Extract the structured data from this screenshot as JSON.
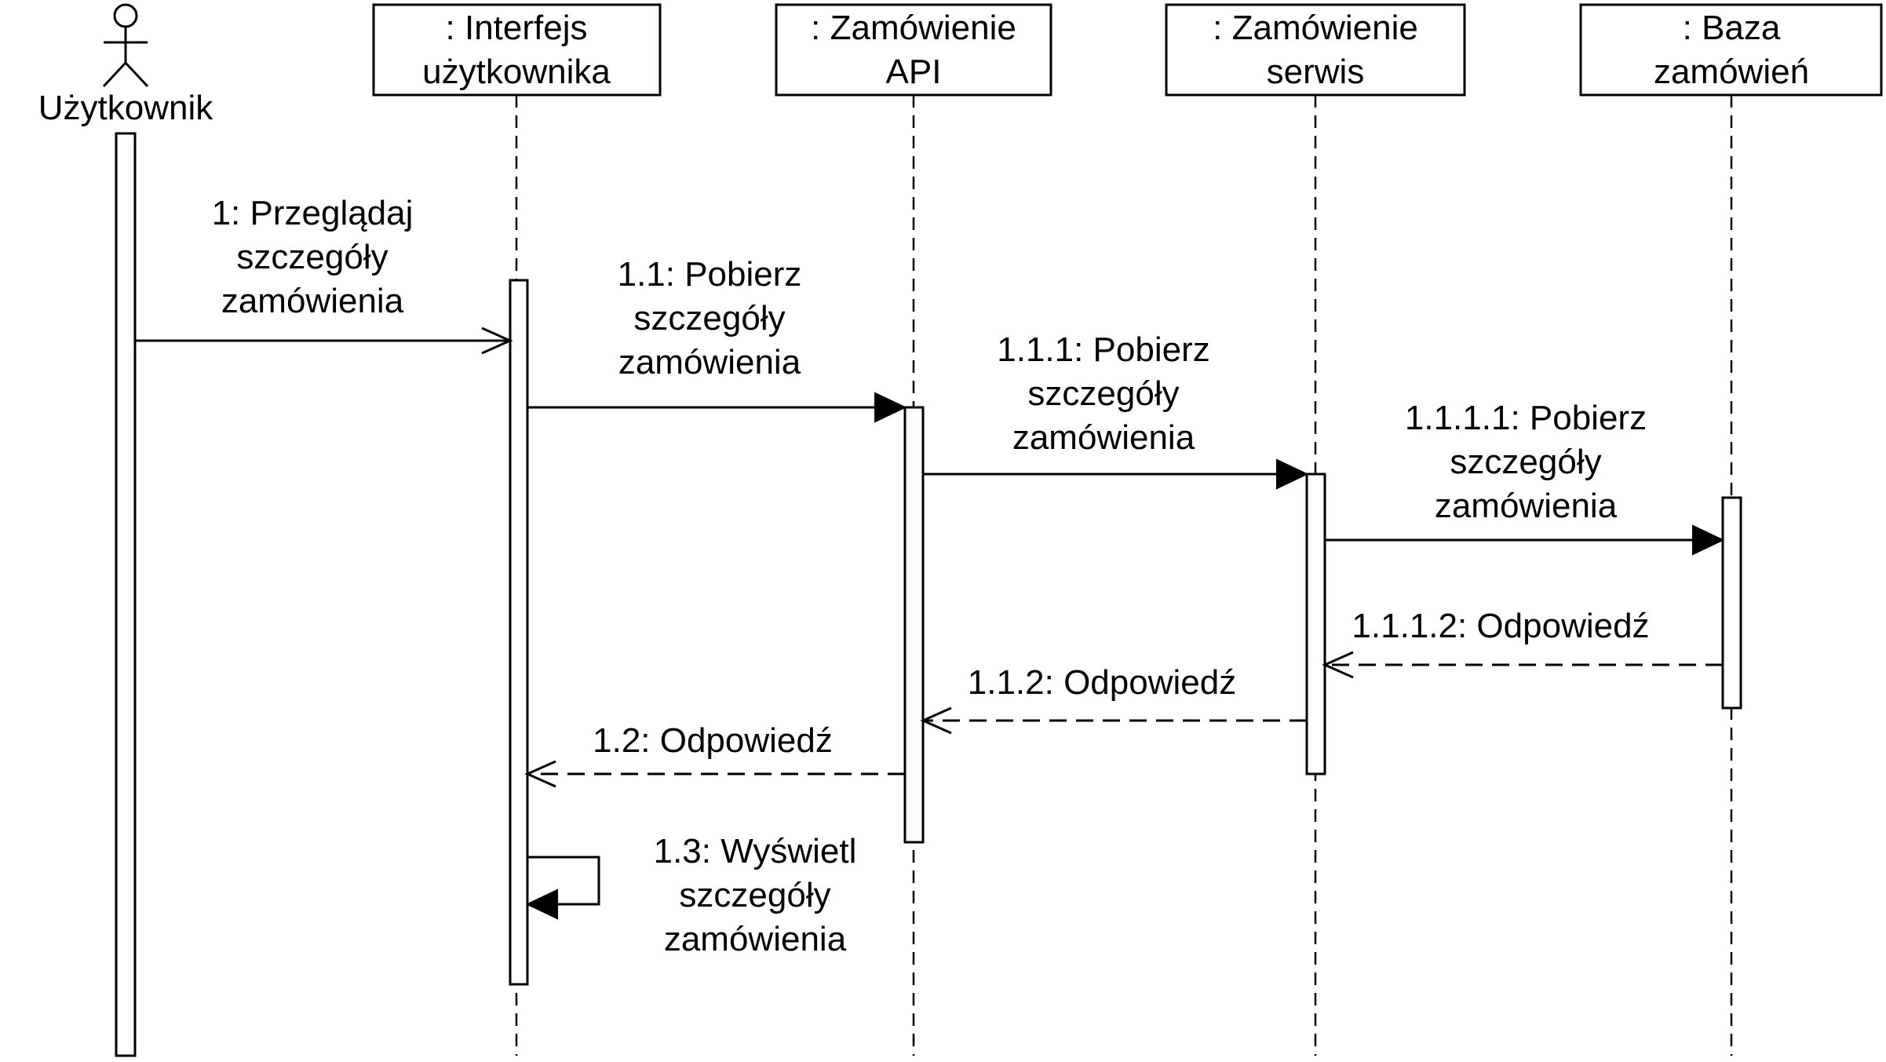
{
  "actor": {
    "name": "Użytkownik"
  },
  "participants": [
    {
      "lines": [
        ": Interfejs",
        "użytkownika"
      ]
    },
    {
      "lines": [
        ": Zamówienie",
        "API"
      ]
    },
    {
      "lines": [
        ": Zamówienie",
        "serwis"
      ]
    },
    {
      "lines": [
        ": Baza",
        "zamówień"
      ]
    }
  ],
  "messages": [
    {
      "lines": [
        "1: Przeglądaj",
        "szczegóły",
        "zamówienia"
      ],
      "kind": "async"
    },
    {
      "lines": [
        "1.1: Pobierz",
        "szczegóły",
        "zamówienia"
      ],
      "kind": "sync"
    },
    {
      "lines": [
        "1.1.1: Pobierz",
        "szczegóły",
        "zamówienia"
      ],
      "kind": "sync"
    },
    {
      "lines": [
        "1.1.1.1: Pobierz",
        "szczegóły",
        "zamówienia"
      ],
      "kind": "sync"
    },
    {
      "lines": [
        "1.1.1.2: Odpowiedź"
      ],
      "kind": "reply"
    },
    {
      "lines": [
        "1.1.2: Odpowiedź"
      ],
      "kind": "reply"
    },
    {
      "lines": [
        "1.2: Odpowiedź"
      ],
      "kind": "reply"
    },
    {
      "lines": [
        "1.3: Wyświetl",
        "szczegóły",
        "zamówienia"
      ],
      "kind": "self"
    }
  ]
}
